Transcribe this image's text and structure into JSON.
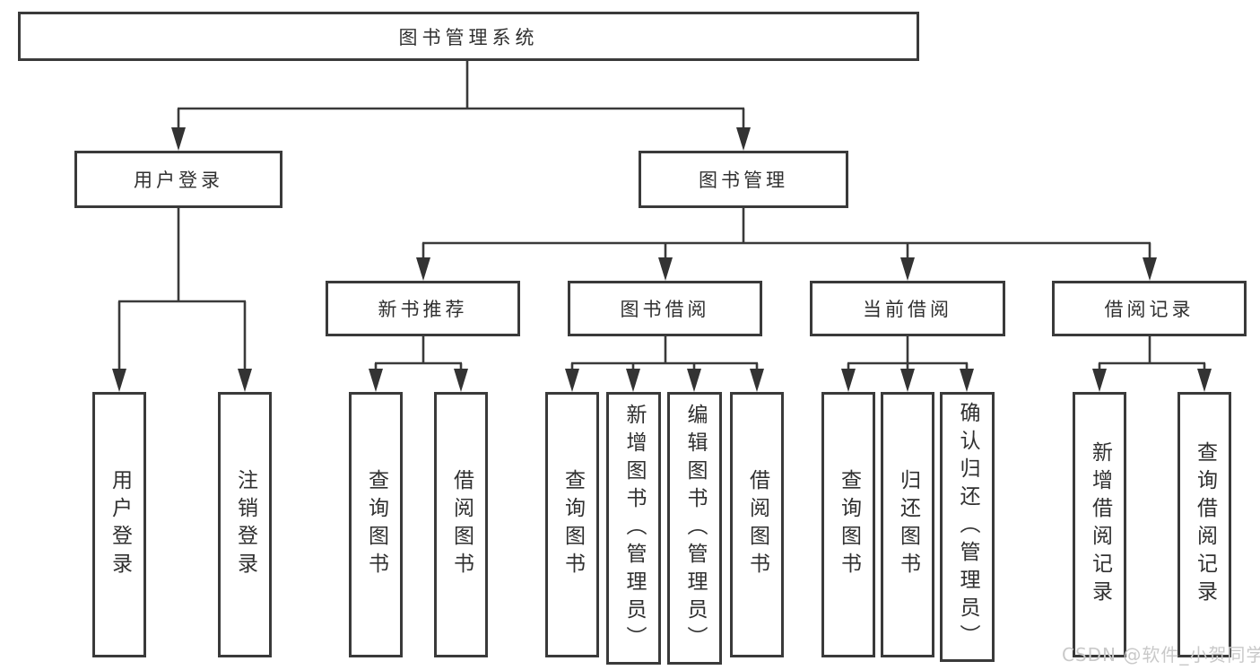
{
  "root": {
    "label": "图书管理系统"
  },
  "branches": {
    "user_login": {
      "label": "用户登录",
      "children": {
        "login": {
          "label": "用户登录"
        },
        "logout": {
          "label": "注销登录"
        }
      }
    },
    "book_management": {
      "label": "图书管理",
      "children": {
        "new_book_recommend": {
          "label": "新书推荐",
          "children": {
            "query_books": {
              "label": "查询图书"
            },
            "borrow_books": {
              "label": "借阅图书"
            }
          }
        },
        "book_borrowing": {
          "label": "图书借阅",
          "children": {
            "query_books": {
              "label": "查询图书"
            },
            "add_books_admin": {
              "label": "新增图书（管理员）"
            },
            "edit_books_admin": {
              "label": "编辑图书（管理员）"
            },
            "borrow_books": {
              "label": "借阅图书"
            }
          }
        },
        "current_borrowing": {
          "label": "当前借阅",
          "children": {
            "query_books": {
              "label": "查询图书"
            },
            "return_books": {
              "label": "归还图书"
            },
            "confirm_return_admin": {
              "label": "确认归还（管理员）"
            }
          }
        },
        "borrowing_records": {
          "label": "借阅记录",
          "children": {
            "add_borrow_record": {
              "label": "新增借阅记录"
            },
            "query_borrow_record": {
              "label": "查询借阅记录"
            }
          }
        }
      }
    }
  },
  "watermark": {
    "text": "CSDN @软件_小贺同学"
  },
  "colors": {
    "background": "#ffffff",
    "box_border": "#3a3a3a",
    "line": "#3a3a3a",
    "text": "#303030",
    "watermark": "#c9c9c9"
  }
}
